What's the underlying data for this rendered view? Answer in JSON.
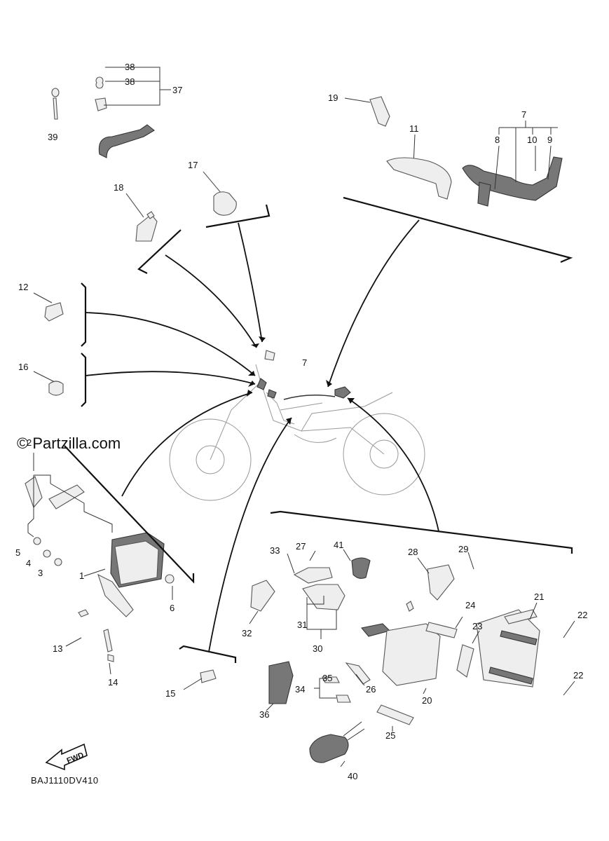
{
  "watermark": "© Partzilla.com",
  "diagram_code": "BAJ1110DV410",
  "fwd_label": "FWD",
  "callouts": {
    "c1": "1",
    "c2": "2",
    "c3": "3",
    "c4": "4",
    "c5": "5",
    "c6": "6",
    "c7a": "7",
    "c7b": "7",
    "c8": "8",
    "c9": "9",
    "c10": "10",
    "c11": "11",
    "c12": "12",
    "c13": "13",
    "c14": "14",
    "c15": "15",
    "c16": "16",
    "c17": "17",
    "c18": "18",
    "c19": "19",
    "c20": "20",
    "c21": "21",
    "c22a": "22",
    "c22b": "22",
    "c23": "23",
    "c24": "24",
    "c25": "25",
    "c26": "26",
    "c27": "27",
    "c28": "28",
    "c29": "29",
    "c30": "30",
    "c31": "31",
    "c32": "32",
    "c33": "33",
    "c34": "34",
    "c35": "35",
    "c36": "36",
    "c37": "37",
    "c38a": "38",
    "c38b": "38",
    "c39": "39",
    "c40": "40",
    "c41": "41"
  },
  "colors": {
    "ink": "#111111",
    "part_fill": "#eeeeee",
    "background": "#ffffff"
  }
}
